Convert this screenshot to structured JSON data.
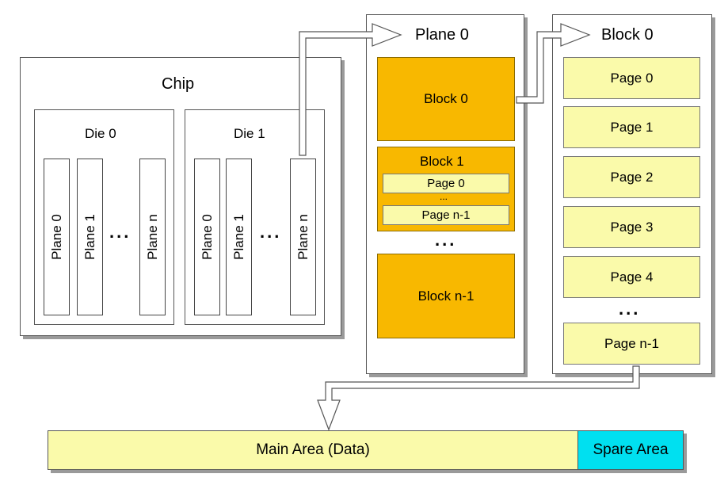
{
  "chip": {
    "title": "Chip",
    "dies": [
      {
        "label": "Die 0",
        "planes": [
          "Plane 0",
          "Plane 1",
          "Plane n"
        ],
        "ellipsis": "..."
      },
      {
        "label": "Die 1",
        "planes": [
          "Plane 0",
          "Plane 1",
          "Plane n"
        ],
        "ellipsis": "..."
      }
    ]
  },
  "plane_detail": {
    "title": "Plane 0",
    "block_first": "Block 0",
    "block_second": {
      "title": "Block 1",
      "page_first": "Page 0",
      "ellipsis": "...",
      "page_last": "Page n-1"
    },
    "ellipsis": "...",
    "block_last": "Block n-1"
  },
  "block_detail": {
    "title": "Block 0",
    "pages": [
      "Page 0",
      "Page 1",
      "Page 2",
      "Page 3",
      "Page 4"
    ],
    "ellipsis": "...",
    "page_last": "Page n-1"
  },
  "page_layout": {
    "main_area": "Main Area (Data)",
    "spare_area": "Spare Area"
  },
  "colors": {
    "block": "#f8b800",
    "page": "#fafaaa",
    "spare": "#00e0f0",
    "shadow": "#9a9a9a"
  }
}
